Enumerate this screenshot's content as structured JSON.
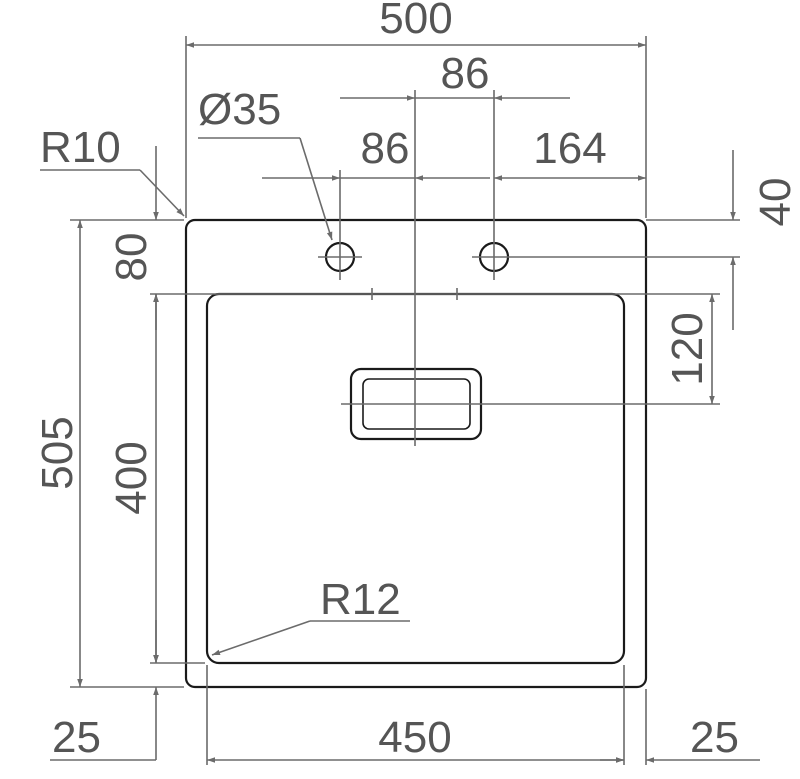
{
  "dimensions": {
    "overall_width": "500",
    "tap_spacing": "86",
    "hole_diameter": "Ø35",
    "left_offset": "86",
    "right_offset": "164",
    "corner_radius_outer": "R10",
    "hole_from_top": "40",
    "top_margin": "80",
    "drain_from_bowl_top": "120",
    "overall_depth": "505",
    "bowl_depth": "400",
    "corner_radius_inner": "R12",
    "bottom_margin": "25",
    "bowl_width": "450",
    "side_margin": "25"
  },
  "colors": {
    "outline": "#1a1a1a",
    "dimension_line": "#6b6b6b",
    "dimension_text": "#555555"
  }
}
